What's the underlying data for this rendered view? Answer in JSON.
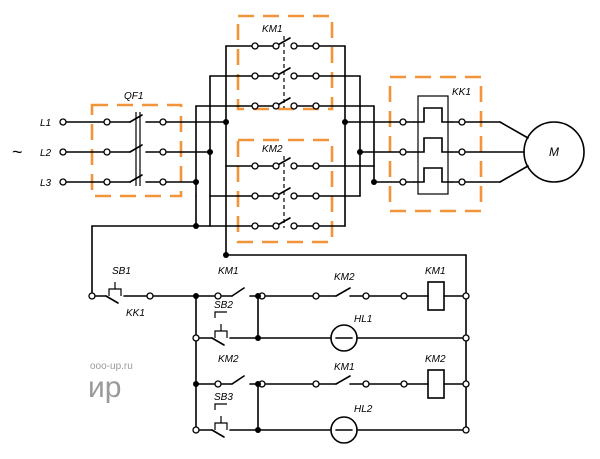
{
  "labels": {
    "l1": "L1",
    "l2": "L2",
    "l3": "L3",
    "tilde": "~",
    "qf1": "QF1",
    "km1_power": "KM1",
    "km2_power": "KM2",
    "kk1_relay": "KK1",
    "motor": "M",
    "sb1": "SB1",
    "kk1_contact": "KK1",
    "km1_contact_row1": "KM1",
    "km2_contact_row1": "KM2",
    "km1_coil": "KM1",
    "sb2": "SB2",
    "hl1": "HL1",
    "km2_contact_row3": "KM2",
    "km1_contact_row3": "KM1",
    "km2_coil": "KM2",
    "sb3": "SB3",
    "hl2": "HL2"
  },
  "watermark": {
    "site": "ooo-up.ru",
    "logo": "ир"
  },
  "colors": {
    "wire": "#000000",
    "group_outline": "#f2943a",
    "watermark": "#9a9a9a"
  }
}
